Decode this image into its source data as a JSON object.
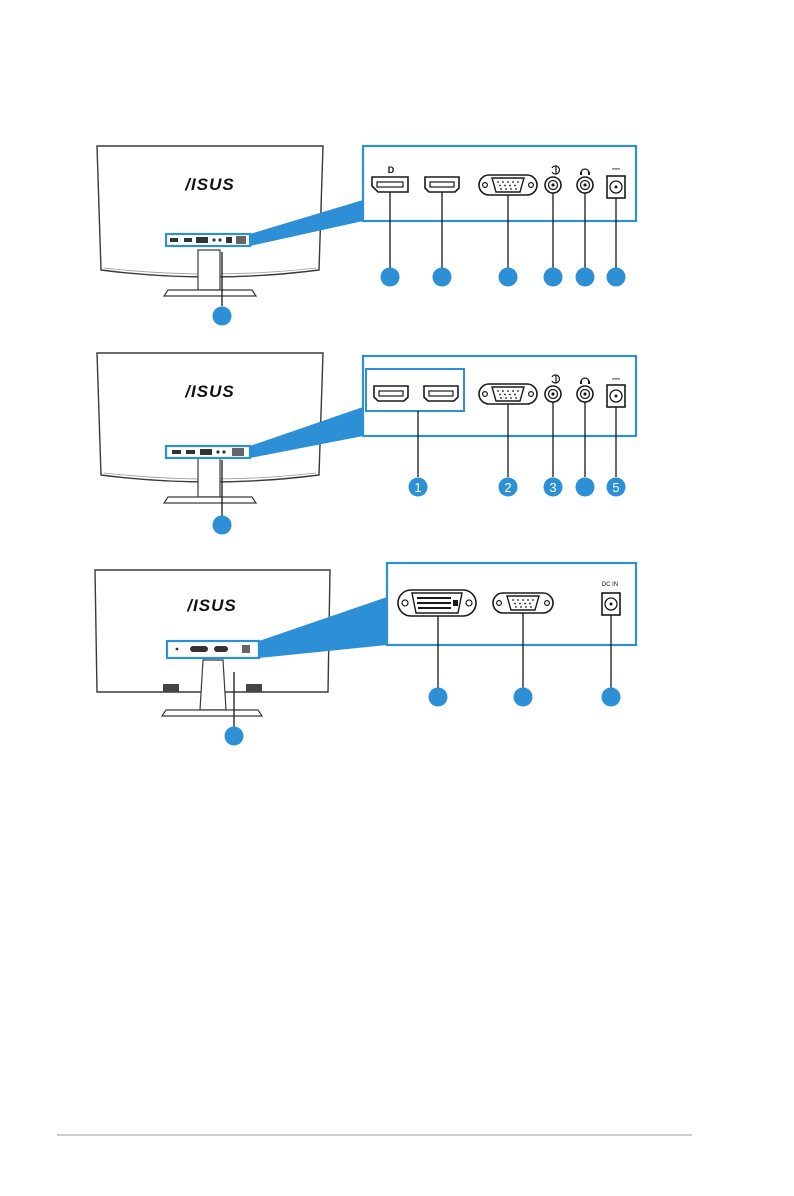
{
  "colors": {
    "accent": "#2d8fd5",
    "monitor_frame": "#3a3a3a",
    "port_stroke": "#1a1a1a",
    "footer_rule": "#cfcfcf"
  },
  "diagrams": [
    {
      "brand_logo": "/ISUS",
      "panel_symbols": {
        "displayport": "D",
        "dc": "⎓"
      },
      "callouts": [
        "",
        "",
        "",
        "",
        "",
        ""
      ],
      "monitor_callout": ""
    },
    {
      "brand_logo": "/ISUS",
      "callouts": [
        "1",
        "2",
        "3",
        "",
        "5"
      ],
      "monitor_callout": ""
    },
    {
      "brand_logo": "/ISUS",
      "panel_symbols": {
        "dc_in": "DC IN"
      },
      "callouts": [
        "",
        "",
        ""
      ],
      "monitor_callout": ""
    }
  ]
}
